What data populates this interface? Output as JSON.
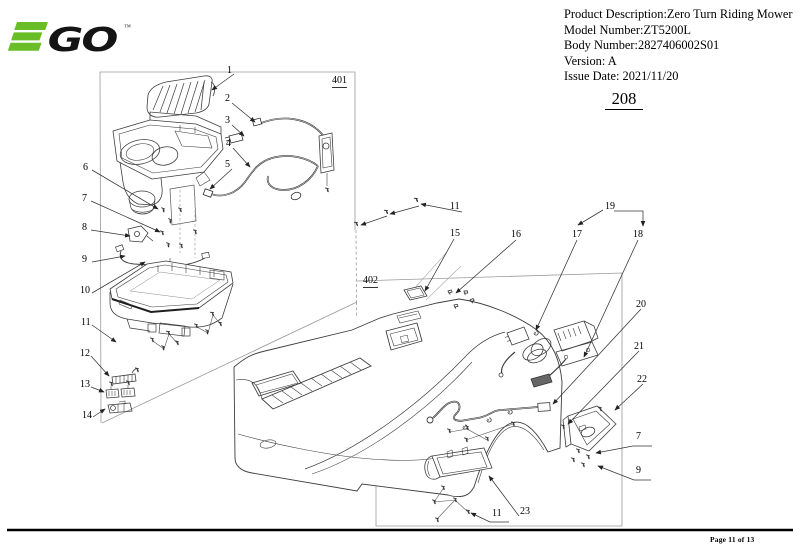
{
  "brand": {
    "logo_e_color": "#69be28",
    "logo_text": "GO",
    "trademark": "™"
  },
  "header": {
    "lines": [
      "Product Description:Zero Turn Riding Mower",
      "Model Number:ZT5200L",
      "Body Number:2827406002S01",
      "Version: A",
      "Issue Date: 2021/11/20"
    ],
    "page_number": "208"
  },
  "footer": {
    "page_indicator": "Page 11 of 13"
  },
  "diagram": {
    "group_boxes": [
      {
        "label": "401"
      },
      {
        "label": "402"
      }
    ],
    "callouts": [
      {
        "text": "1"
      },
      {
        "text": "2"
      },
      {
        "text": "3"
      },
      {
        "text": "4"
      },
      {
        "text": "5"
      },
      {
        "text": "6"
      },
      {
        "text": "7"
      },
      {
        "text": "8"
      },
      {
        "text": "9"
      },
      {
        "text": "10"
      },
      {
        "text": "11"
      },
      {
        "text": "12"
      },
      {
        "text": "13"
      },
      {
        "text": "14"
      },
      {
        "text": "11"
      },
      {
        "text": "15"
      },
      {
        "text": "16"
      },
      {
        "text": "17"
      },
      {
        "text": "18"
      },
      {
        "text": "19"
      },
      {
        "text": "20"
      },
      {
        "text": "21"
      },
      {
        "text": "22"
      },
      {
        "text": "7"
      },
      {
        "text": "9"
      },
      {
        "text": "11"
      },
      {
        "text": "23"
      }
    ]
  }
}
